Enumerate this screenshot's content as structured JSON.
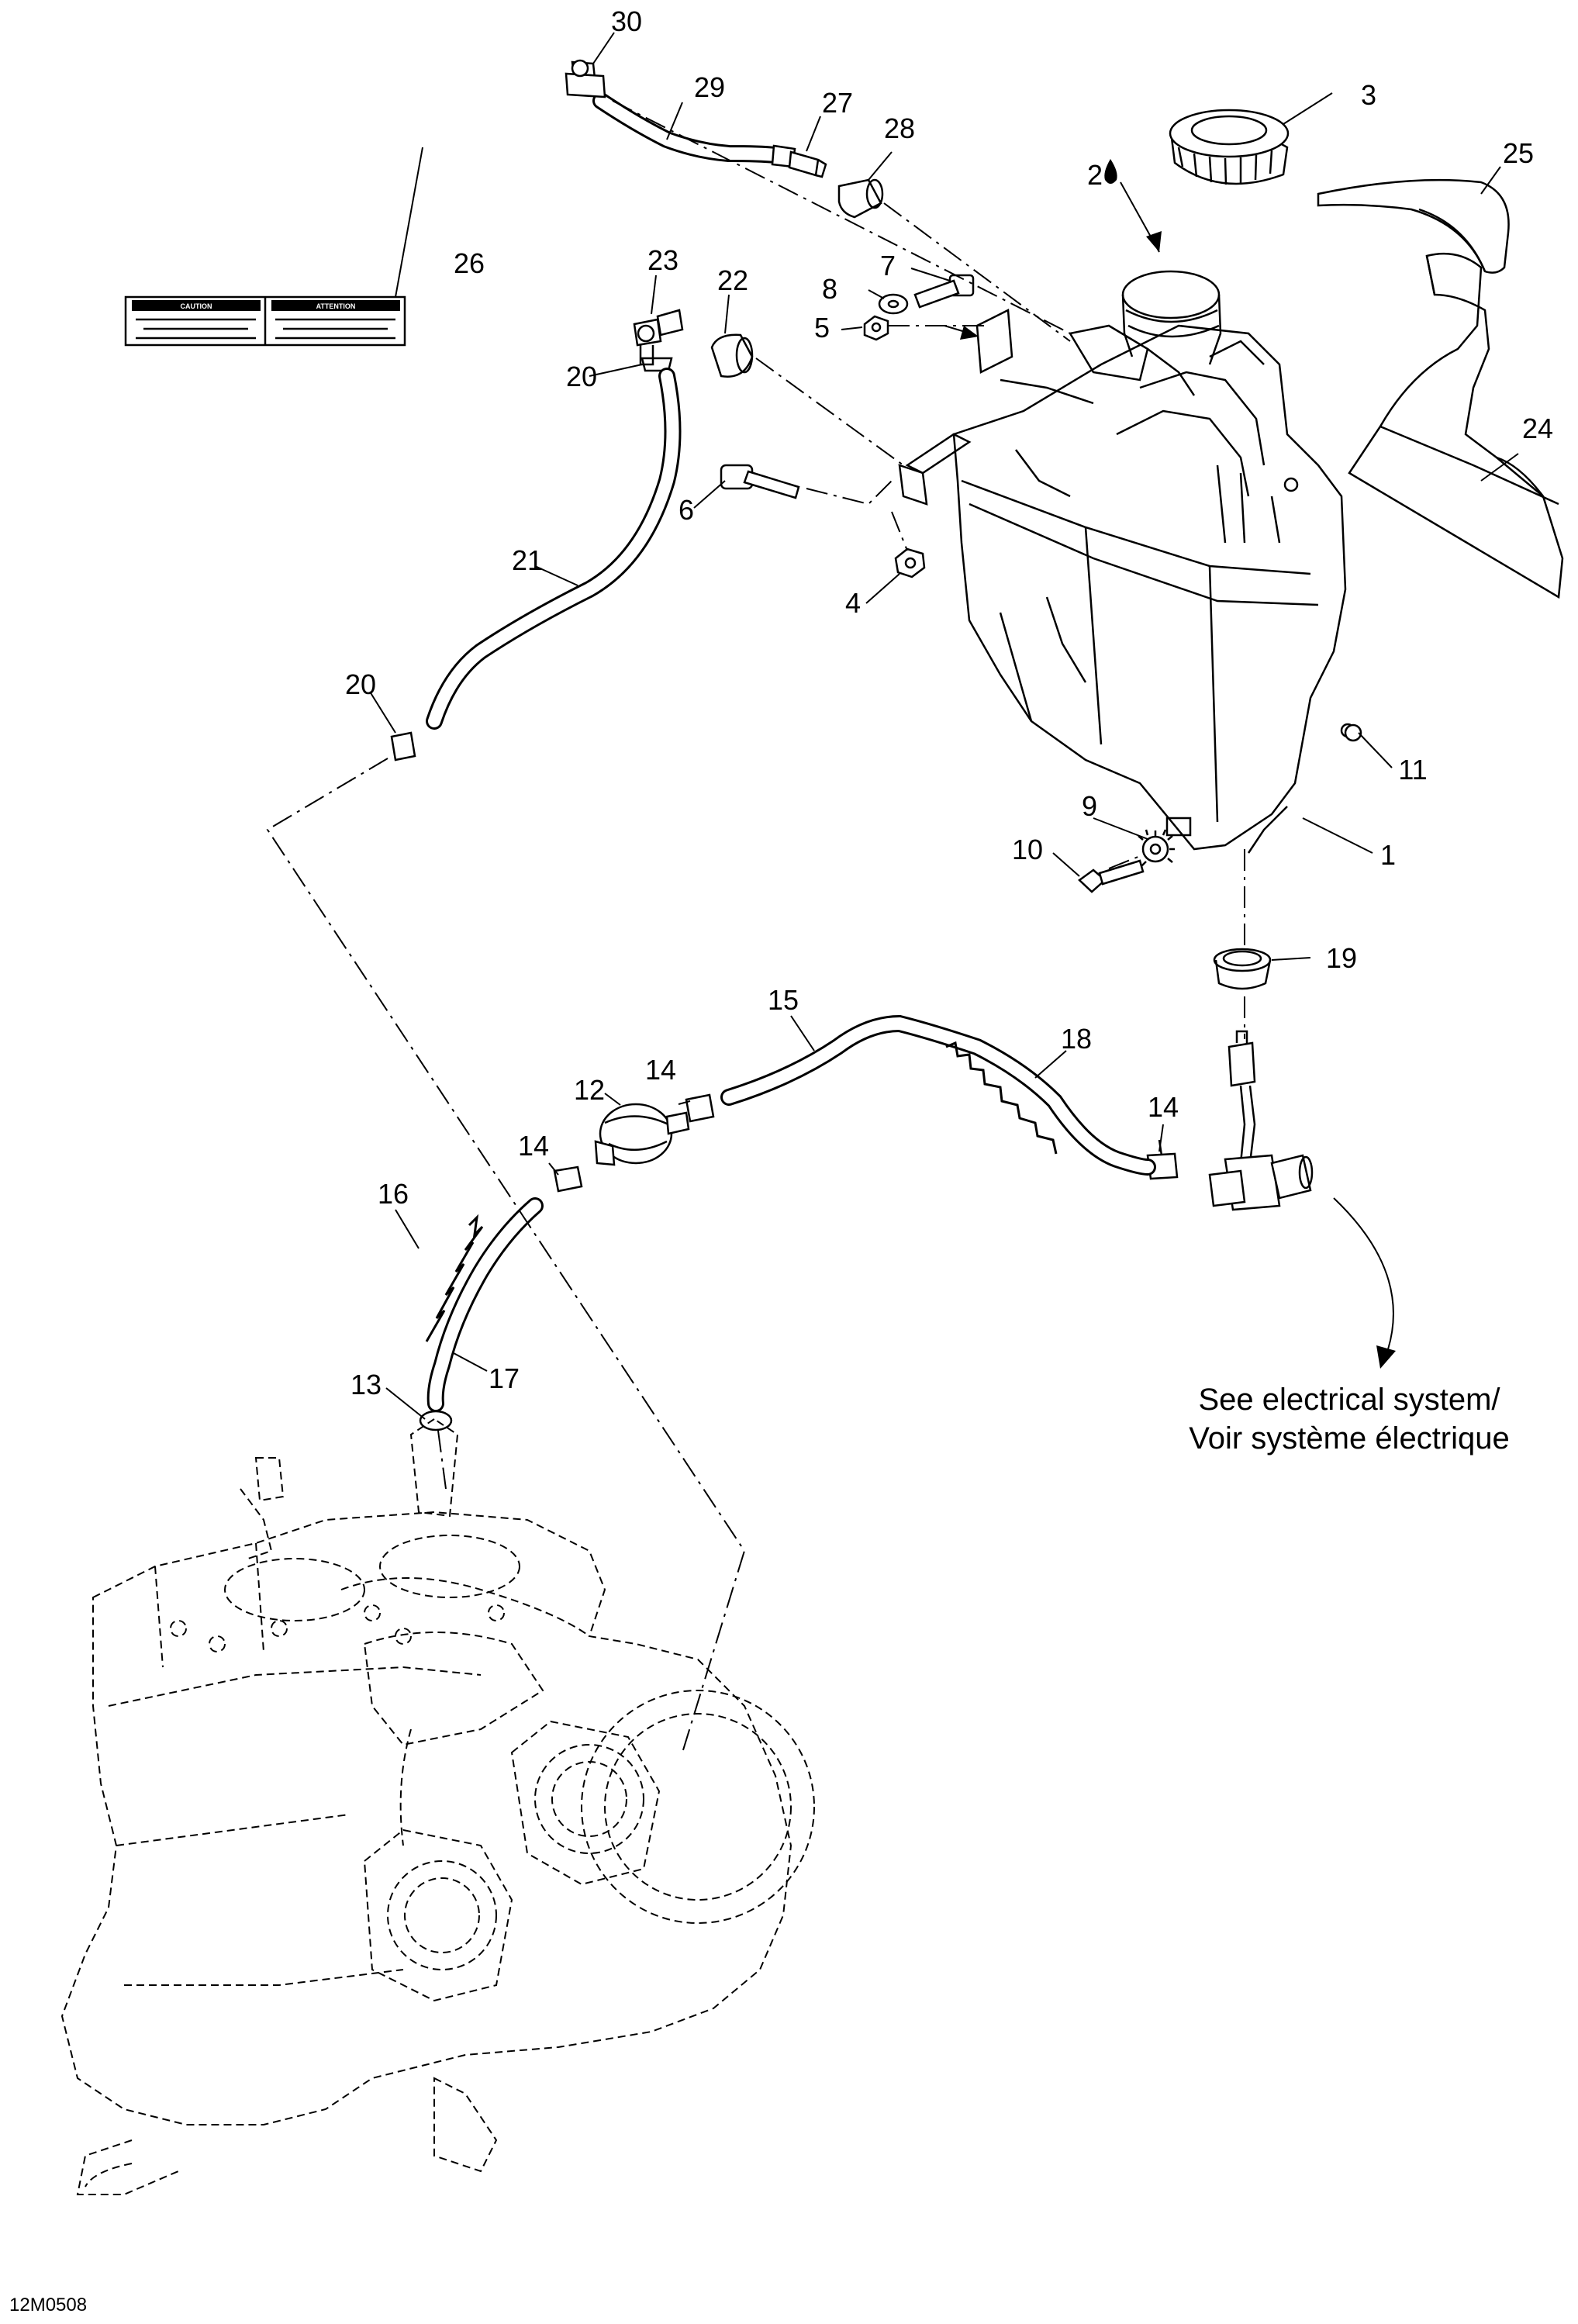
{
  "diagram_code": "12M0508",
  "note": {
    "line1": "See electrical system/",
    "line2": "Voir système électrique"
  },
  "labels": {
    "caution": "CAUTION",
    "attention": "ATTENTION"
  },
  "callouts": {
    "c1": "1",
    "c2": "2",
    "c3": "3",
    "c4": "4",
    "c5": "5",
    "c6": "6",
    "c7": "7",
    "c8": "8",
    "c9": "9",
    "c10": "10",
    "c11": "11",
    "c12": "12",
    "c13": "13",
    "c14a": "14",
    "c14b": "14",
    "c14c": "14",
    "c15": "15",
    "c16": "16",
    "c17": "17",
    "c18": "18",
    "c19": "19",
    "c20a": "20",
    "c20b": "20",
    "c21": "21",
    "c22": "22",
    "c23": "23",
    "c24": "24",
    "c25": "25",
    "c26": "26",
    "c27": "27",
    "c28": "28",
    "c29": "29",
    "c30": "30"
  },
  "colors": {
    "ink": "#000000",
    "paper": "#ffffff"
  }
}
